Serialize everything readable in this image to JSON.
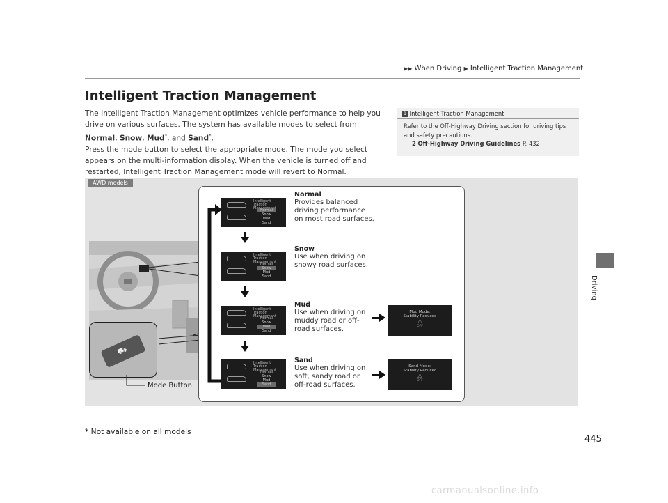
{
  "breadcrumb": {
    "parent": "When Driving",
    "current": "Intelligent Traction Management"
  },
  "page_title": "Intelligent Traction Management",
  "intro": {
    "p1": "The Intelligent Traction Management optimizes vehicle performance to help you drive on various surfaces. The system has available modes to select from:",
    "m_normal": "Normal",
    "m_snow": "Snow",
    "m_mud": "Mud",
    "star": "*",
    "and": ", and",
    "m_sand": "Sand",
    "end": ".",
    "p2": "Press the mode button to select the appropriate mode. The mode you select appears on the multi-information display. When the vehicle is turned off and restarted, Intelligent Traction Management mode will revert to Normal."
  },
  "note": {
    "num": "1",
    "heading": "Intelligent Traction Management",
    "text": "Refer to the Off-Highway Driving section for driving tips and safety precautions.",
    "ref_num": "2",
    "ref_link": "Off-Highway Driving Guidelines",
    "ref_page": "P. 432"
  },
  "side_tab": {
    "label": "Driving"
  },
  "figure": {
    "badge": "AWD models",
    "mode_button_label": "Mode Button",
    "screen_header_1": "Intelligent",
    "screen_header_2": "Traction Management",
    "menu": [
      "Normal",
      "Snow",
      "Mud",
      "Sand"
    ],
    "modes": [
      {
        "title": "Normal",
        "desc": [
          "Provides balanced",
          "driving performance",
          "on most road surfaces."
        ]
      },
      {
        "title": "Snow",
        "desc": [
          "Use when driving on",
          "snowy road surfaces."
        ]
      },
      {
        "title": "Mud",
        "desc": [
          "Use when driving on",
          "muddy road or off-",
          "road surfaces."
        ]
      },
      {
        "title": "Sand",
        "desc": [
          "Use when driving on",
          "soft, sandy road or",
          "off-road surfaces."
        ]
      }
    ],
    "mud_screen": {
      "line1": "Mud Mode:",
      "line2": "Stability Reduced",
      "icon_label": "OFF"
    },
    "sand_screen": {
      "line1": "Sand Mode:",
      "line2": "Stability Reduced",
      "icon_label": "OFF"
    }
  },
  "footer": {
    "note": "* Not available on all models",
    "page_number": "445"
  },
  "watermark": "carmanualsonline.info"
}
